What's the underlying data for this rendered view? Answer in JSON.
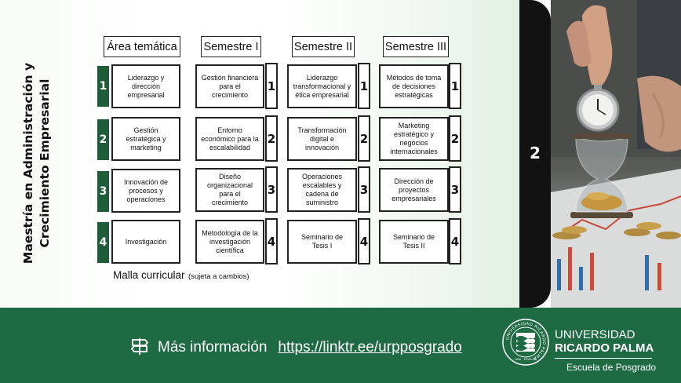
{
  "slide": {
    "page_number": "2",
    "vertical_title": {
      "line1": "Maestría en Administración y",
      "line2": "Crecimiento Empresarial"
    }
  },
  "columns": {
    "area": "Área temática",
    "sem1": "Semestre I",
    "sem2": "Semestre II",
    "sem3": "Semestre III"
  },
  "rows": [
    {
      "num": "1",
      "area": "Liderazgo y dirección empresarial",
      "s1": "Gestión financiera para el crecimiento",
      "s1_num": "1",
      "s2": "Liderazgo transformacional y ética empresarial",
      "s2_num": "1",
      "s3": "Métodos de toma de decisiones estratégicas",
      "s3_num": "1"
    },
    {
      "num": "2",
      "area": "Gestión estratégica y marketing",
      "s1": "Entorno económico para la escalabilidad",
      "s1_num": "2",
      "s2": "Transformación digital e innovación",
      "s2_num": "2",
      "s3": "Marketing estratégico y negocios internacionales",
      "s3_num": "2"
    },
    {
      "num": "3",
      "area": "Innovación de procesos y operaciones",
      "s1": "Diseño organizacional para el crecimiento",
      "s1_num": "3",
      "s2": "Operaciones escalables y cadena de suministro",
      "s2_num": "3",
      "s3": "Dirección de proyectos empresariales",
      "s3_num": "3"
    },
    {
      "num": "4",
      "area": "Investigación",
      "s1": "Metodología de la investigación científica",
      "s1_num": "4",
      "s2": "Seminario de Tesis I",
      "s2_num": "4",
      "s3": "Seminario de Tesis II",
      "s3_num": "4"
    }
  ],
  "footnote": {
    "main": "Malla curricular",
    "small": "(sujeta a cambios)"
  },
  "footer": {
    "info_label": "Más información",
    "link": "https://linktr.ee/urpposgrado",
    "logo_ring_text": "UNIVERSIDAD RICARDO PALMA",
    "logo_motto": "LIMA · MCMLXIX",
    "university_line1": "UNIVERSIDAD",
    "university_line2": "RICARDO PALMA",
    "school": "Escuela de Posgrado"
  },
  "colors": {
    "brand_green": "#1e6a43",
    "number_green": "#1e5c3a",
    "dark_bar": "#121212"
  },
  "icons": {
    "signpost": "signpost-icon",
    "logo": "university-seal-icon"
  }
}
